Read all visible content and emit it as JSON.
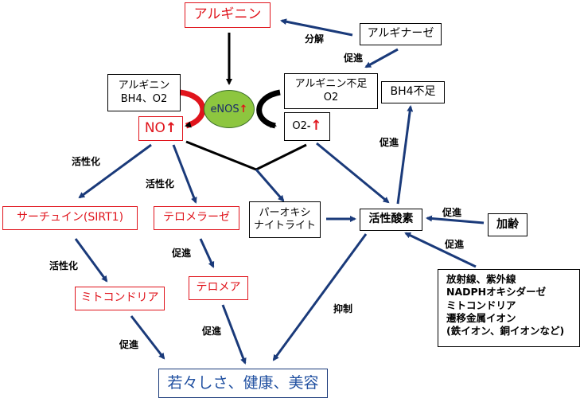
{
  "nodes": {
    "arginine": "アルギニン",
    "arginase": "アルギナーゼ",
    "arginine_bh4_o2": [
      "アルギニン",
      "BH4、O2"
    ],
    "arginine_deficiency_o2": [
      "アルギニン不足",
      "O2"
    ],
    "bh4_deficiency": "BH4不足",
    "enos": "eNOS",
    "no": "NO",
    "superoxide": "O2",
    "superoxide_sup": "-",
    "up_arrow": "↑",
    "sirtuin": "サーチュイン(SIRT1)",
    "telomerase": "テロメラーゼ",
    "peroxynitrite": [
      "パーオキシ",
      "ナイトライト"
    ],
    "ros": "活性酸素",
    "aging": "加齢",
    "mitochondria": "ミトコンドリア",
    "telomere": "テロメア",
    "sources": [
      "放射線、紫外線",
      "NADPHオキシダーゼ",
      "ミトコンドリア",
      "遷移金属イオン",
      "(鉄イオン、銅イオンなど)"
    ],
    "outcome": "若々しさ、健康、美容"
  },
  "labels": {
    "decomposition": "分解",
    "promote": "促進",
    "activate": "活性化",
    "suppress": "抑制"
  },
  "colors": {
    "arrow_blue": "#1a3a7a",
    "red": "#e0141c",
    "enos_green": "#8dc63f",
    "outcome_blue": "#1f4fa0"
  }
}
